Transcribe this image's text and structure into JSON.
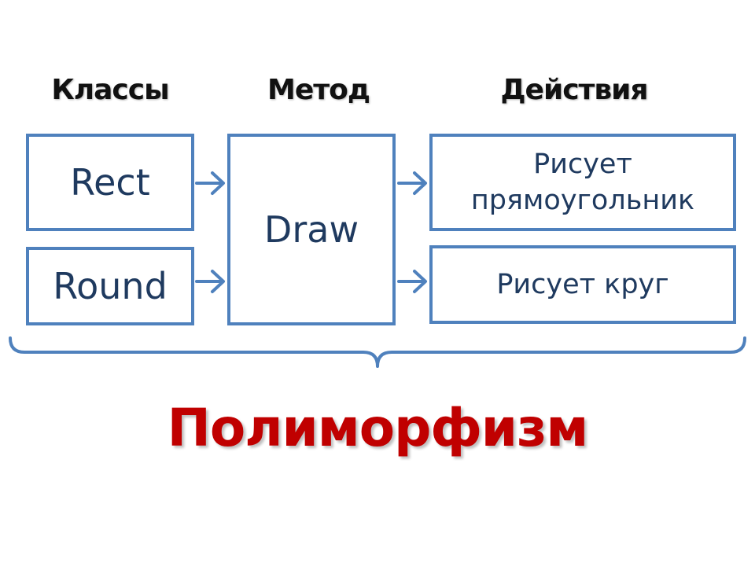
{
  "headings": {
    "classes": "Классы",
    "method": "Метод",
    "actions": "Действия"
  },
  "classes": {
    "rect": "Rect",
    "round": "Round"
  },
  "method": {
    "name": "Draw"
  },
  "actions": {
    "rect_line1": "Рисует",
    "rect_line2": "прямоугольник",
    "round": "Рисует круг"
  },
  "title": "Полиморфизм",
  "colors": {
    "box_border": "#4f81bd",
    "box_text": "#1f3a5f",
    "title": "#c00000"
  }
}
